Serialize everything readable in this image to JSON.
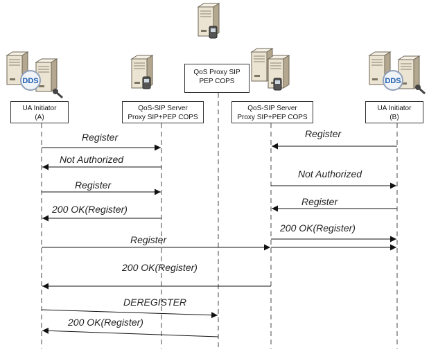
{
  "entities": [
    {
      "id": "ua_a",
      "line1": "UA Initiator",
      "line2": "(A)",
      "icon": "server-pair-dds-icon",
      "badge": "DDS"
    },
    {
      "id": "qos_a",
      "line1": "QoS-SIP Server",
      "line2": "Proxy SIP+PEP COPS",
      "icon": "server-phone-icon"
    },
    {
      "id": "pep",
      "line1": "QoS Proxy SIP",
      "line2": "PEP COPS",
      "icon": "server-phone-icon"
    },
    {
      "id": "qos_b",
      "line1": "QoS-SIP Server",
      "line2": "Proxy SIP+PEP COPS",
      "icon": "server-pair-icon"
    },
    {
      "id": "ua_b",
      "line1": "UA Initiator",
      "line2": "(B)",
      "icon": "server-pair-dds-icon",
      "badge": "DDS"
    }
  ],
  "messages": [
    {
      "label": "Register",
      "from": "ua_a",
      "to": "qos_a"
    },
    {
      "label": "Not Authorized",
      "from": "qos_a",
      "to": "ua_a"
    },
    {
      "label": "Register",
      "from": "ua_a",
      "to": "qos_a"
    },
    {
      "label": "200 OK(Register)",
      "from": "qos_a",
      "to": "ua_a"
    },
    {
      "label": "Register",
      "from": "ua_b",
      "to": "qos_b"
    },
    {
      "label": "Not Authorized",
      "from": "qos_b",
      "to": "ua_b"
    },
    {
      "label": "Register",
      "from": "ua_b",
      "to": "qos_b"
    },
    {
      "label": "200 OK(Register)",
      "from": "qos_b",
      "to": "ua_b"
    },
    {
      "label": "Register",
      "from": "ua_a",
      "to": "ua_b"
    },
    {
      "label": "200 OK(Register)",
      "from": "qos_b",
      "to": "ua_a"
    },
    {
      "label": "DEREGISTER",
      "from": "ua_a",
      "to": "pep"
    },
    {
      "label": "200 OK(Register)",
      "from": "pep",
      "to": "ua_a"
    }
  ],
  "colors": {
    "line": "#444444",
    "box_border": "#333333",
    "server_body": "#ece4d2",
    "dds_blue": "#1d5fb0"
  }
}
